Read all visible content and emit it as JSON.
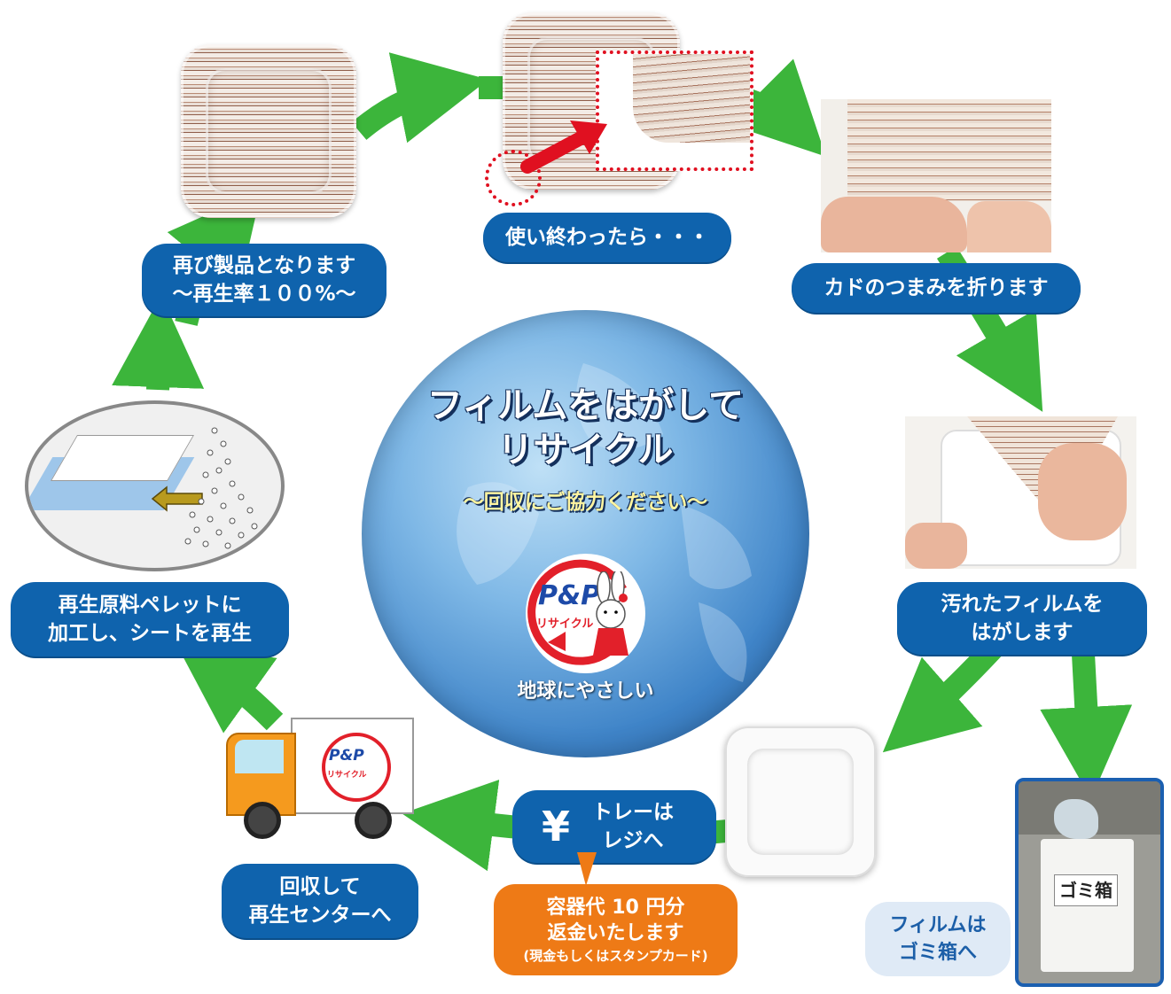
{
  "center": {
    "title_line1": "フィルムをはがして",
    "title_line2": "リサイクル",
    "subtitle": "〜回収にご協力ください〜",
    "logo_text": "P&P",
    "logo_sub": "リサイクル",
    "tagline": "地球にやさしい"
  },
  "steps": {
    "used": {
      "line1": "使い終わったら・・・"
    },
    "fold": {
      "line1": "カドのつまみを折ります"
    },
    "peel": {
      "line1": "汚れたフィルムを",
      "line2": "はがします"
    },
    "register": {
      "symbol": "¥",
      "line1": "トレーは",
      "line2": "レジへ"
    },
    "refund": {
      "line1": "容器代 10 円分",
      "line2": "返金いたします",
      "line3": "(現金もしくはスタンプカード)"
    },
    "collect": {
      "line1": "回収して",
      "line2": "再生センターへ"
    },
    "pellet": {
      "line1": "再生原料ペレットに",
      "line2": "加工し、シートを再生"
    },
    "product": {
      "line1": "再び製品となります",
      "line2": "〜再生率１００%〜"
    },
    "trash": {
      "line1": "フィルムは",
      "line2": "ゴミ箱へ"
    }
  },
  "trash_bin_label": "ゴミ箱",
  "truck_logo_text": "P&P",
  "truck_logo_sub": "リサイクル",
  "colors": {
    "arrow": "#3cb53b",
    "pill": "#0f63ad",
    "orange": "#ee7a16",
    "highlight_red": "#e01020"
  }
}
